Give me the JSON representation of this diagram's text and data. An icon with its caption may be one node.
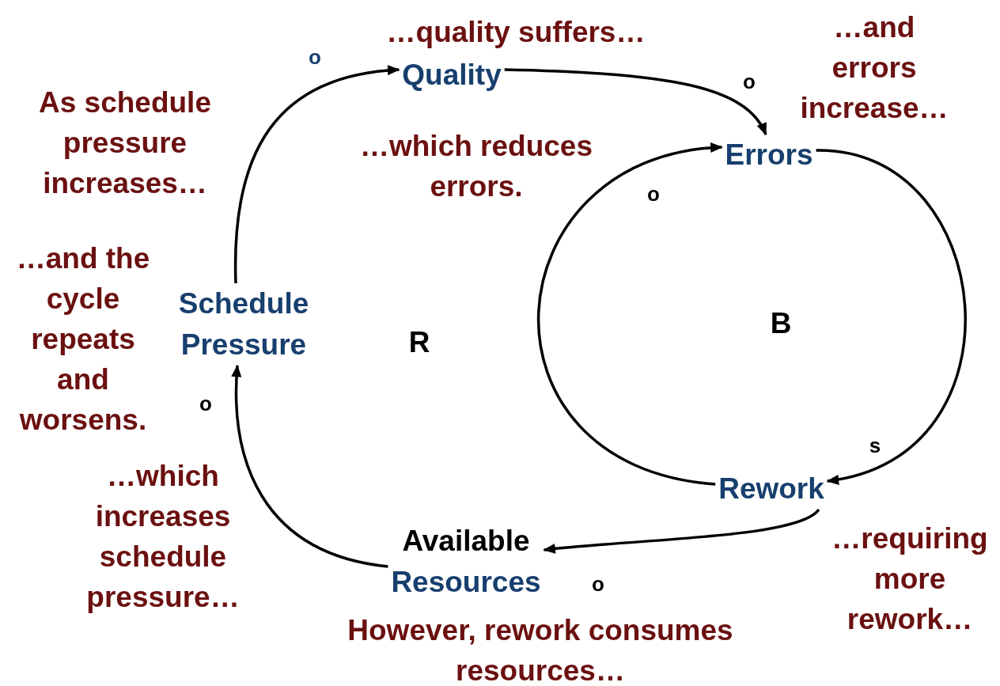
{
  "diagram": {
    "nodes": [
      {
        "text": [
          "Quality"
        ]
      },
      {
        "text": [
          "Errors"
        ]
      },
      {
        "text": [
          "Rework"
        ]
      },
      {
        "text": [
          "Available",
          "Resources"
        ]
      },
      {
        "text": [
          "Schedule Pressure"
        ]
      }
    ],
    "edges": [
      {
        "from": 4,
        "to": 0,
        "arrow": "to",
        "label": "o"
      },
      {
        "from": 0,
        "to": 1,
        "arrow": "to",
        "label": "o"
      },
      {
        "from": 1,
        "to": 2,
        "arrow": "to",
        "label": "s"
      },
      {
        "from": 2,
        "to": 1,
        "arrow": "to",
        "label": "o"
      },
      {
        "from": 2,
        "to": 3,
        "arrow": "to",
        "label": "o"
      },
      {
        "from": 3,
        "to": 4,
        "arrow": "to",
        "label": "o"
      }
    ],
    "labels": [
      "…quality suffers…",
      "…and errors increase…",
      "As schedule pressure increases…",
      "…which reduces errors.",
      "…and the cycle repeats and worsens.",
      "…which increases schedule pressure…",
      "…requiring more rework…",
      "However, rework consumes resources…",
      "R",
      "B"
    ]
  }
}
